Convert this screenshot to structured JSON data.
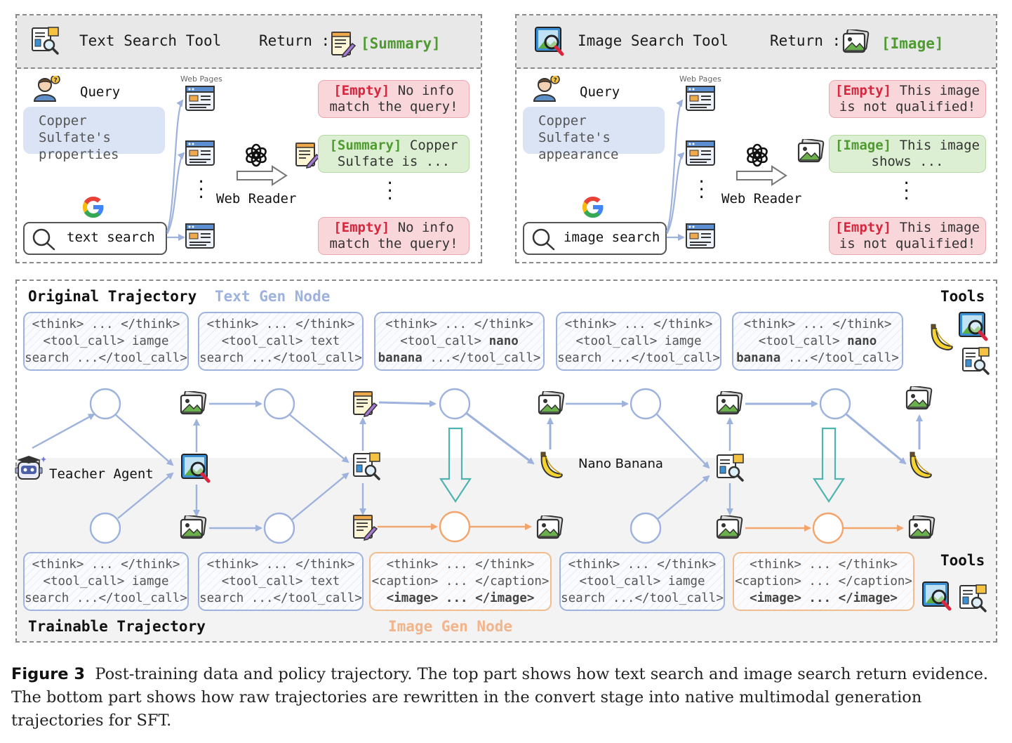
{
  "top_left": {
    "tool_title": "Text Search Tool",
    "return_label": "Return :",
    "return_value": "[Summary]",
    "query_label": "Query",
    "query_text": "Copper Sulfate's properties",
    "web_pages_label": "Web Pages",
    "search_text": "text search",
    "reader_label": "Web Reader",
    "results": [
      {
        "tag": "[Empty]",
        "text": "No info match the query!"
      },
      {
        "tag": "[Summary]",
        "text": "Copper Sulfate is ..."
      },
      {
        "tag": "[Empty]",
        "text": "No info match the query!"
      }
    ]
  },
  "top_right": {
    "tool_title": "Image Search Tool",
    "return_label": "Return :",
    "return_value": "[Image]",
    "query_label": "Query",
    "query_text": "Copper Sulfate's appearance",
    "web_pages_label": "Web Pages",
    "search_text": "image search",
    "reader_label": "Web Reader",
    "results": [
      {
        "tag": "[Empty]",
        "text": "This image is not qualified!"
      },
      {
        "tag": "[Image]",
        "text": "This image shows ..."
      },
      {
        "tag": "[Empty]",
        "text": "This image is not qualified!"
      }
    ]
  },
  "bottom": {
    "original_title": "Original Trajectory",
    "text_gen_node": "Text Gen Node",
    "tools_label": "Tools",
    "teacher_label": "Teacher Agent",
    "nano_banana_label": "Nano Banana",
    "trainable_title": "Trainable Trajectory",
    "image_gen_node": "Image Gen Node",
    "original_boxes": [
      {
        "l1": "<think> ... </think>",
        "l2a": "<tool_call> iamge",
        "l2b": "",
        "l3a": "search ...</tool_call>",
        "l3b": ""
      },
      {
        "l1": "<think> ... </think>",
        "l2a": "<tool_call> text",
        "l2b": "",
        "l3a": "search ...</tool_call>",
        "l3b": ""
      },
      {
        "l1": "<think> ... </think>",
        "l2a": "<tool_call> ",
        "l2b": "nano",
        "l3a": "",
        "l3b": "banana",
        "l3c": " ...</tool_call>"
      },
      {
        "l1": "<think> ... </think>",
        "l2a": "<tool_call> iamge",
        "l2b": "",
        "l3a": "search ...</tool_call>",
        "l3b": ""
      },
      {
        "l1": "<think> ... </think>",
        "l2a": "<tool_call> ",
        "l2b": "nano",
        "l3a": "",
        "l3b": "banana",
        "l3c": " ...</tool_call>"
      }
    ],
    "trainable_boxes": [
      {
        "l1": "<think> ... </think>",
        "l2": "<tool_call> iamge",
        "l3": "search ...</tool_call>"
      },
      {
        "l1": "<think> ... </think>",
        "l2": "<tool_call> text",
        "l3": "search ...</tool_call>"
      },
      {
        "l1": "<think> ... </think>",
        "l2": "<caption> ... </caption>",
        "l3": "<image> ... </image>"
      },
      {
        "l1": "<think> ... </think>",
        "l2": "<tool_call> iamge",
        "l3": "search ...</tool_call>"
      },
      {
        "l1": "<think> ... </think>",
        "l2": "<caption> ... </caption>",
        "l3": "<image> ... </image>"
      }
    ]
  },
  "caption": {
    "figure_label": "Figure 3",
    "text": "Post-training data and policy trajectory. The top part shows how text search and image search return evidence. The bottom part shows how raw trajectories are rewritten in the convert stage into native multimodal generation trajectories for SFT."
  },
  "colors": {
    "blue_line": "#9db2dc",
    "orange_line": "#f2a56c",
    "teal_arrow": "#4fb3b0",
    "green_tag": "#4f9a31",
    "red_tag": "#d7263d"
  }
}
